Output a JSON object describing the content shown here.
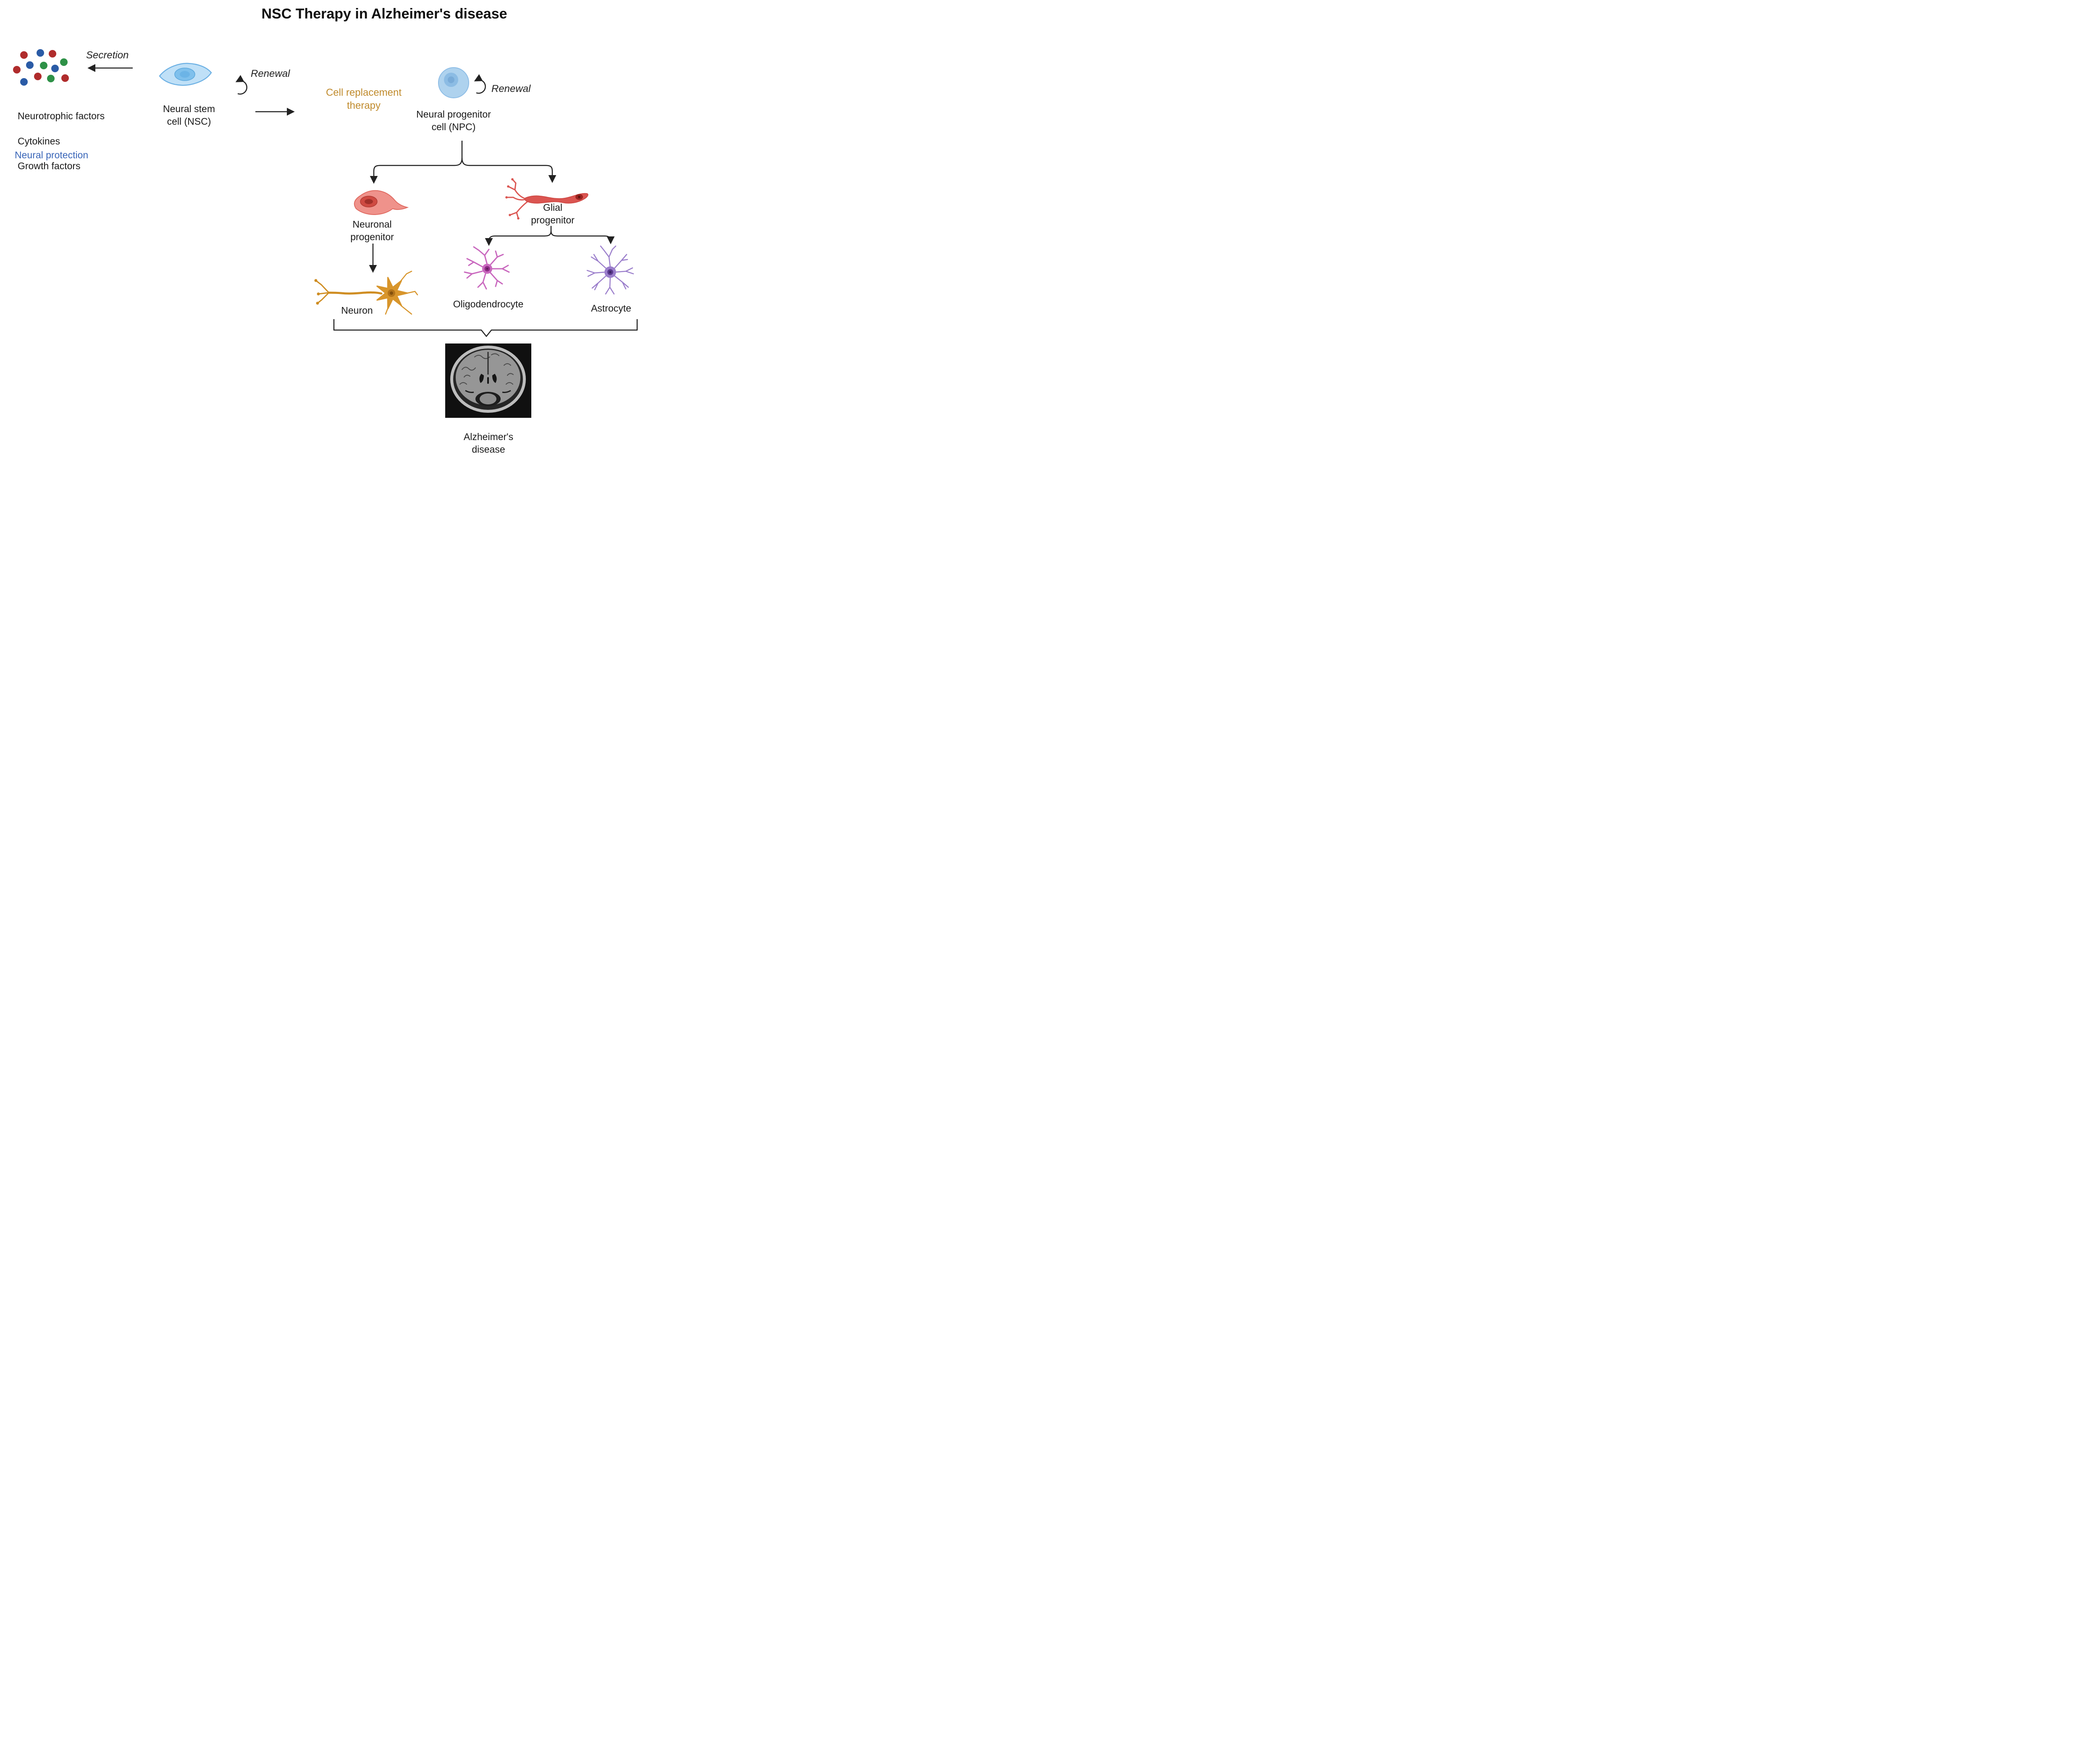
{
  "title": "NSC Therapy in Alzheimer's disease",
  "secretion": {
    "label": "Secretion",
    "factors": [
      "Neurotrophic factors",
      "Cytokines",
      "Growth factors"
    ],
    "neural_protection": "Neural protection"
  },
  "nsc": {
    "label": "Neural stem\ncell (NSC)",
    "renewal": "Renewal"
  },
  "therapy": {
    "label": "Cell replacement\ntherapy"
  },
  "npc": {
    "label": "Neural progenitor\ncell (NPC)",
    "renewal": "Renewal"
  },
  "lineage": {
    "neuronal_progenitor": "Neuronal\nprogenitor",
    "neuron": "Neuron",
    "glial_progenitor": "Glial\nprogenitor",
    "oligodendrocyte": "Oligodendrocyte",
    "astrocyte": "Astrocyte"
  },
  "outcome": {
    "label": "Alzheimer's\ndisease"
  },
  "palette": {
    "arrow": "#222222",
    "dot_red": "#b02c2c",
    "dot_blue": "#2a5ba6",
    "dot_green": "#2e9147",
    "nsc_fill": "#bfe0f7",
    "nsc_nucleus": "#7fc0ec",
    "npc_fill": "#aed2ee",
    "npc_nucleus": "#8cbce4",
    "neuronal_progenitor_fill": "#ef928b",
    "neuronal_progenitor_nucleus": "#cf4a42",
    "neuron_color": "#d8952b",
    "glial_progenitor_color": "#db5551",
    "oligodendrocyte_color": "#c968be",
    "astrocyte_color": "#9a7dcb",
    "therapy_text": "#c08b2d",
    "protection_text": "#3a66b8"
  }
}
